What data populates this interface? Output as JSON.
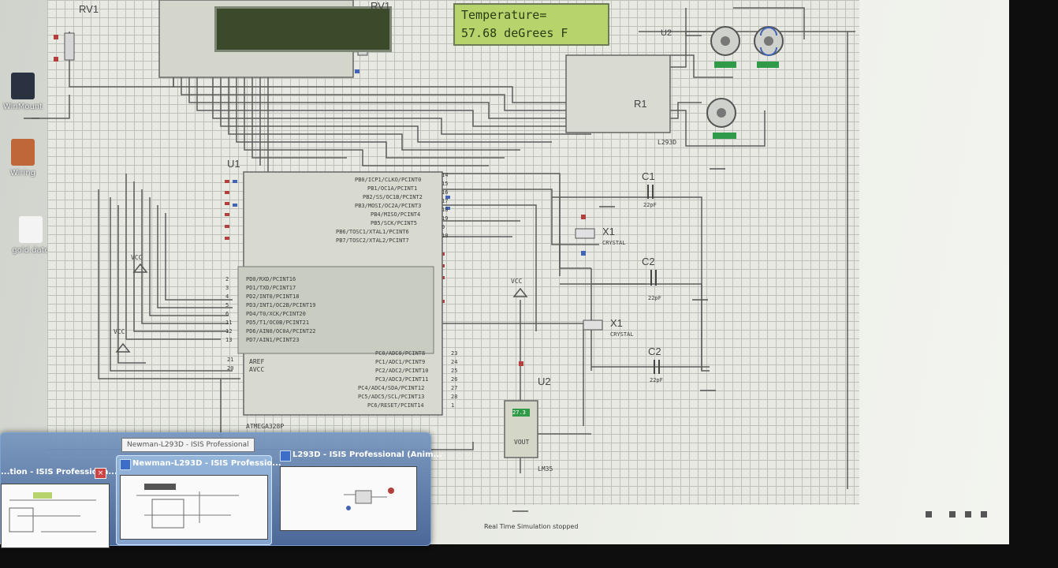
{
  "desktop": {
    "icons": [
      {
        "label": "WinMount",
        "icon": "winmount-icon"
      },
      {
        "label": "Wiring",
        "icon": "word-document-icon"
      },
      {
        "label": "gold.date",
        "icon": "file-icon"
      }
    ]
  },
  "schematic": {
    "lcd_display": {
      "line1": "Temperature=",
      "line2": "57.68 deGrees F"
    },
    "refs": {
      "rv1_left": "RV1",
      "rv1_right": "RV1",
      "u1": "U1",
      "u1_part": "ATMEGA328P",
      "u2_driver": "U2",
      "u2_sensor": "U2",
      "sensor_part": "LM35",
      "sensor_pin": "VOUT",
      "driver_part": "L293D",
      "r1": "R1",
      "c1": "C1",
      "c2_top": "C2",
      "c2_bottom": "C2",
      "x1_top": "X1",
      "x1_bottom": "X1",
      "crystal_top": "CRYSTAL",
      "crystal_bottom": "CRYSTAL",
      "cap_value_1": "22pF",
      "cap_value_2": "22pF",
      "cap_value_3": "22pF",
      "vcc_1": "VCC",
      "vcc_2": "VCC",
      "vcc_3": "VCC",
      "aref": "AREF",
      "avcc": "AVCC",
      "sensor_value": "27.3"
    },
    "mcu_left_pins": [
      "PD0/RXD/PCINT16",
      "PD1/TXD/PCINT17",
      "PD2/INT0/PCINT18",
      "PD3/INT1/OC2B/PCINT19",
      "PD4/T0/XCK/PCINT20",
      "PD5/T1/OC0B/PCINT21",
      "PD6/AIN0/OC0A/PCINT22",
      "PD7/AIN1/PCINT23"
    ],
    "mcu_right_pins": [
      "PB0/ICP1/CLKO/PCINT0",
      "PB1/OC1A/PCINT1",
      "PB2/SS/OC1B/PCINT2",
      "PB3/MOSI/OC2A/PCINT3",
      "PB4/MISO/PCINT4",
      "PB5/SCK/PCINT5",
      "PB6/TOSC1/XTAL1/PCINT6",
      "PB7/TOSC2/XTAL2/PCINT7"
    ],
    "mcu_right_pins_2": [
      "PC0/ADC0/PCINT8",
      "PC1/ADC1/PCINT9",
      "PC2/ADC2/PCINT10",
      "PC3/ADC3/PCINT11",
      "PC4/ADC4/SDA/PCINT12",
      "PC5/ADC5/SCL/PCINT13",
      "PC6/RESET/PCINT14"
    ],
    "left_pin_numbers": [
      "2",
      "3",
      "4",
      "5",
      "6",
      "11",
      "12",
      "13"
    ],
    "right_pin_numbers": [
      "14",
      "15",
      "16",
      "17",
      "18",
      "19",
      "9",
      "10"
    ],
    "lower_right_numbers": [
      "23",
      "24",
      "25",
      "26",
      "27",
      "28",
      "1"
    ],
    "aref_numbers": [
      "21",
      "20"
    ]
  },
  "status_bar": {
    "message": "Real Time Simulation stopped"
  },
  "taskbar_preview": {
    "tooltip": "Newman-L293D - ISIS Professional",
    "windows": [
      {
        "title": "...tion - ISIS Professiona...",
        "has_close": true
      },
      {
        "title": "Newman-L293D - ISIS Professio...",
        "selected": true
      },
      {
        "title": "L293D - ISIS Professional (Anim..."
      }
    ],
    "close_glyph": "×"
  },
  "tray": {
    "items": [
      "flag-icon",
      "network-icon",
      "volume-icon",
      "speaker-icon"
    ]
  },
  "colors": {
    "wire": "#5d5d5d",
    "lcd_green": "#b7d36c",
    "pin_red": "#b3403f",
    "pin_blue": "#4264b6",
    "led_green": "#2f9a48"
  }
}
